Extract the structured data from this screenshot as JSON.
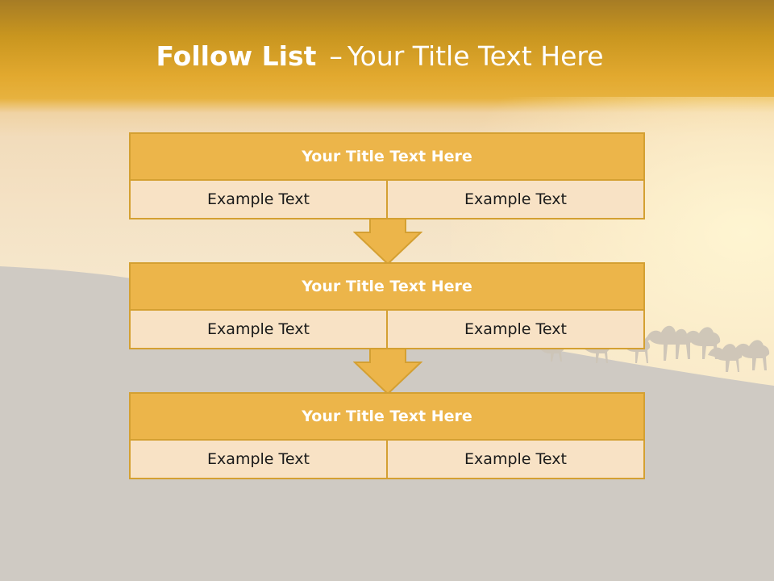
{
  "slide": {
    "title_bold": "Follow List",
    "title_dash": "–",
    "title_rest": "Your Title Text Here",
    "colors": {
      "header_band": "#e2a92f",
      "block_header": "#ecb54a",
      "block_border": "#d4a032",
      "block_cell": "#f8e2c5",
      "dune": "#cfcac3"
    },
    "blocks": [
      {
        "title": "Your Title Text Here",
        "left": "Example Text",
        "right": "Example Text"
      },
      {
        "title": "Your Title Text Here",
        "left": "Example Text",
        "right": "Example Text"
      },
      {
        "title": "Your Title Text Here",
        "left": "Example Text",
        "right": "Example Text"
      }
    ],
    "arrows": [
      "arrow-down-icon",
      "arrow-down-icon"
    ],
    "background_art": "camel-caravan-silhouette"
  }
}
